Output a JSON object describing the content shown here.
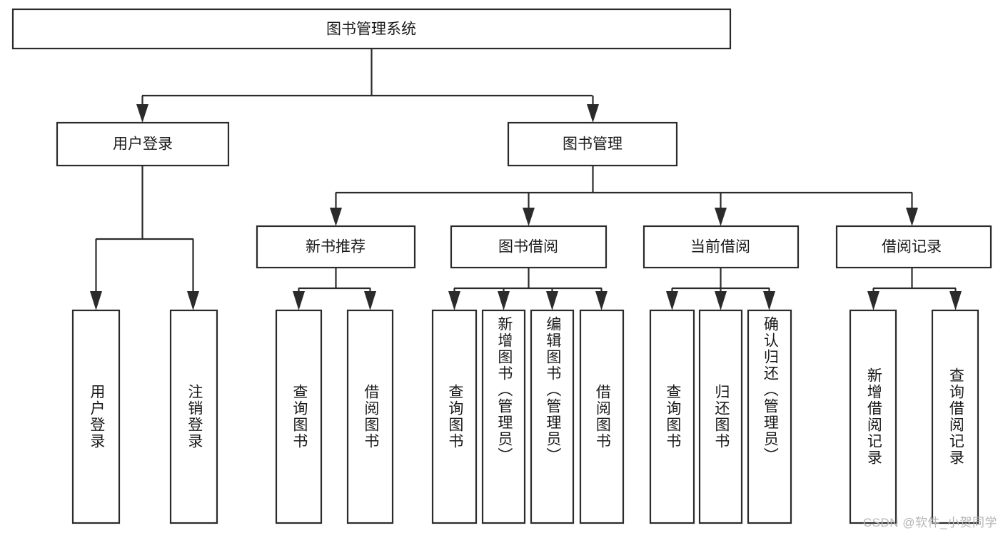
{
  "diagram": {
    "type": "tree-hierarchy-chart",
    "title": "图书管理系统",
    "orientation": "top-down",
    "levels": 4,
    "root": {
      "id": "root",
      "label": "图书管理系统"
    },
    "level2": [
      {
        "id": "user-login",
        "label": "用户登录"
      },
      {
        "id": "book-management",
        "label": "图书管理"
      }
    ],
    "level3": [
      {
        "id": "new-book-recommend",
        "label": "新书推荐",
        "parent": "book-management"
      },
      {
        "id": "book-borrow",
        "label": "图书借阅",
        "parent": "book-management"
      },
      {
        "id": "current-borrow",
        "label": "当前借阅",
        "parent": "book-management"
      },
      {
        "id": "borrow-record",
        "label": "借阅记录",
        "parent": "book-management"
      }
    ],
    "leaves": [
      {
        "id": "leaf-user-login",
        "label": "用户登录",
        "parent": "user-login"
      },
      {
        "id": "leaf-logout",
        "label": "注销登录",
        "parent": "user-login"
      },
      {
        "id": "leaf-query-book-1",
        "label": "查询图书",
        "parent": "new-book-recommend"
      },
      {
        "id": "leaf-borrow-book-1",
        "label": "借阅图书",
        "parent": "new-book-recommend"
      },
      {
        "id": "leaf-query-book-2",
        "label": "查询图书",
        "parent": "book-borrow"
      },
      {
        "id": "leaf-add-book",
        "label": "新增图书（管理员）",
        "parent": "book-borrow"
      },
      {
        "id": "leaf-edit-book",
        "label": "编辑图书（管理员）",
        "parent": "book-borrow"
      },
      {
        "id": "leaf-borrow-book-2",
        "label": "借阅图书",
        "parent": "book-borrow"
      },
      {
        "id": "leaf-query-book-3",
        "label": "查询图书",
        "parent": "current-borrow"
      },
      {
        "id": "leaf-return-book",
        "label": "归还图书",
        "parent": "current-borrow"
      },
      {
        "id": "leaf-confirm-return",
        "label": "确认归还（管理员）",
        "parent": "current-borrow"
      },
      {
        "id": "leaf-add-record",
        "label": "新增借阅记录",
        "parent": "borrow-record"
      },
      {
        "id": "leaf-query-record",
        "label": "查询借阅记录",
        "parent": "borrow-record"
      }
    ]
  },
  "watermark": {
    "text": "CSDN @软件_小贺同学"
  },
  "colors": {
    "box_stroke": "#2b2b2b",
    "box_fill": "#ffffff",
    "text": "#1a1a1a",
    "background": "#ffffff",
    "watermark": "#b6b6b6"
  }
}
